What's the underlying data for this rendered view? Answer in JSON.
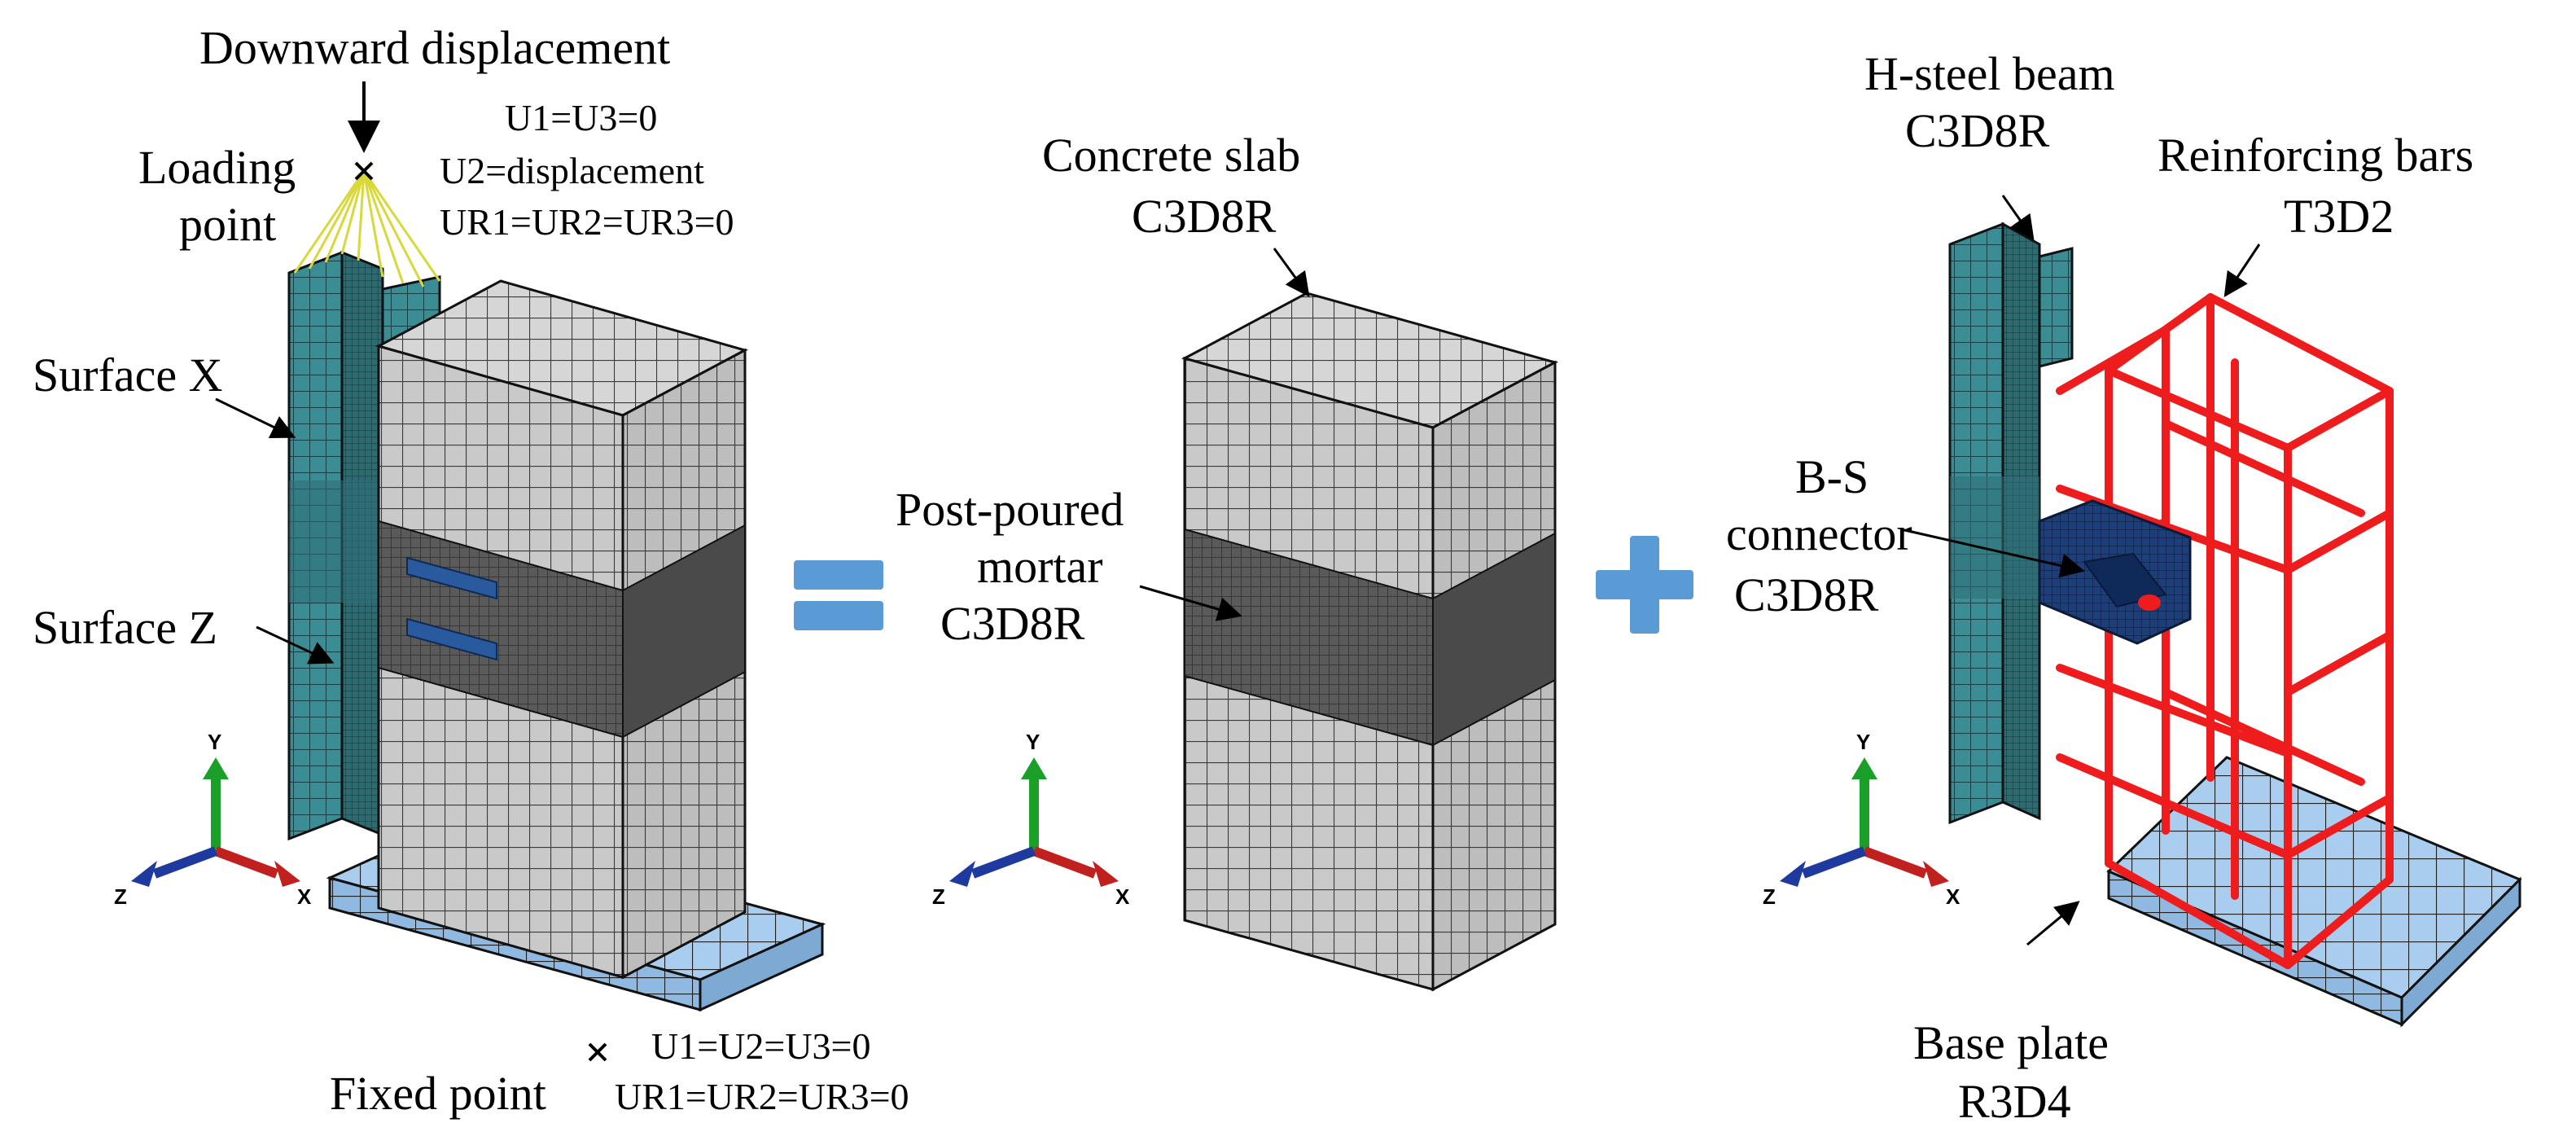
{
  "colors": {
    "concrete": "#c9c9c9",
    "mortar": "#555555",
    "steel": "#2f7f86",
    "rebar": "#ee1c1c",
    "base_plate": "#a9cdee",
    "connector": "#1c3e7a",
    "tie_lines": "#d8d83a",
    "operator": "#5b9bd5",
    "axis_x": "#c0201e",
    "axis_y": "#1aa028",
    "axis_z": "#1f3a9e"
  },
  "left_panel": {
    "downward_displacement": "Downward displacement",
    "load_bc_1": "U1=U3=0",
    "load_bc_2": "U2=displacement",
    "load_bc_3": "UR1=UR2=UR3=0",
    "loading_point_line1": "Loading",
    "loading_point_line2": "point",
    "surface_x": "Surface X",
    "surface_z": "Surface Z",
    "fixed_point": "Fixed point",
    "fixed_bc_1": "U1=U2=U3=0",
    "fixed_bc_2": "UR1=UR2=UR3=0"
  },
  "middle_panel": {
    "concrete_slab_line1": "Concrete slab",
    "concrete_slab_line2": "C3D8R",
    "mortar_line1": "Post-poured",
    "mortar_line2": "mortar",
    "mortar_line3": "C3D8R"
  },
  "right_panel": {
    "hsteel_line1": "H-steel beam",
    "hsteel_line2": "C3D8R",
    "rebar_line1": "Reinforcing bars",
    "rebar_line2": "T3D2",
    "connector_line1": "B-S",
    "connector_line2": "connector",
    "connector_line3": "C3D8R",
    "base_plate_line1": "Base plate",
    "base_plate_line2": "R3D4"
  },
  "triad": {
    "x_label": "X",
    "y_label": "Y",
    "z_label": "Z"
  }
}
